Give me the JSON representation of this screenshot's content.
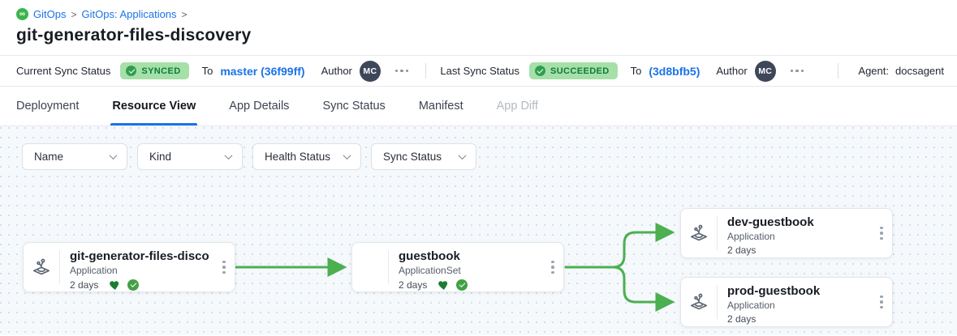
{
  "breadcrumb": {
    "icon_glyph": "∞",
    "items": [
      {
        "label": "GitOps"
      },
      {
        "label": "GitOps: Applications"
      }
    ],
    "separator": ">"
  },
  "page_title": "git-generator-files-discovery",
  "status_bar": {
    "current_sync": {
      "label": "Current Sync Status",
      "badge": "SYNCED",
      "to_label": "To",
      "revision": "master (36f99ff)",
      "author_label": "Author",
      "author_initials": "MC"
    },
    "last_sync": {
      "label": "Last Sync Status",
      "badge": "SUCCEEDED",
      "to_label": "To",
      "revision": "(3d8bfb5)",
      "author_label": "Author",
      "author_initials": "MC"
    },
    "agent_label": "Agent:",
    "agent_value": "docsagent"
  },
  "tabs": [
    {
      "label": "Deployment"
    },
    {
      "label": "Resource View"
    },
    {
      "label": "App Details"
    },
    {
      "label": "Sync Status"
    },
    {
      "label": "Manifest"
    },
    {
      "label": "App Diff"
    }
  ],
  "filters": [
    {
      "label": "Name"
    },
    {
      "label": "Kind"
    },
    {
      "label": "Health Status"
    },
    {
      "label": "Sync Status"
    }
  ],
  "graph": {
    "nodes": [
      {
        "title": "git-generator-files-disco...",
        "kind": "Application",
        "age": "2 days",
        "healthy": true,
        "synced": true,
        "icon": "argo-application-icon"
      },
      {
        "title": "guestbook",
        "kind": "ApplicationSet",
        "age": "2 days",
        "healthy": true,
        "synced": true,
        "icon": ""
      },
      {
        "title": "dev-guestbook",
        "kind": "Application",
        "age": "2 days",
        "healthy": false,
        "synced": false,
        "icon": "argo-application-icon"
      },
      {
        "title": "prod-guestbook",
        "kind": "Application",
        "age": "2 days",
        "healthy": false,
        "synced": false,
        "icon": "argo-application-icon"
      }
    ]
  },
  "colors": {
    "accent_blue": "#1a73e8",
    "badge_bg": "#a6e0a9",
    "badge_text": "#0e7a3c",
    "edge_green": "#4caf50",
    "health_green": "#1c7c33",
    "canvas_bg": "#f5f9fc"
  }
}
